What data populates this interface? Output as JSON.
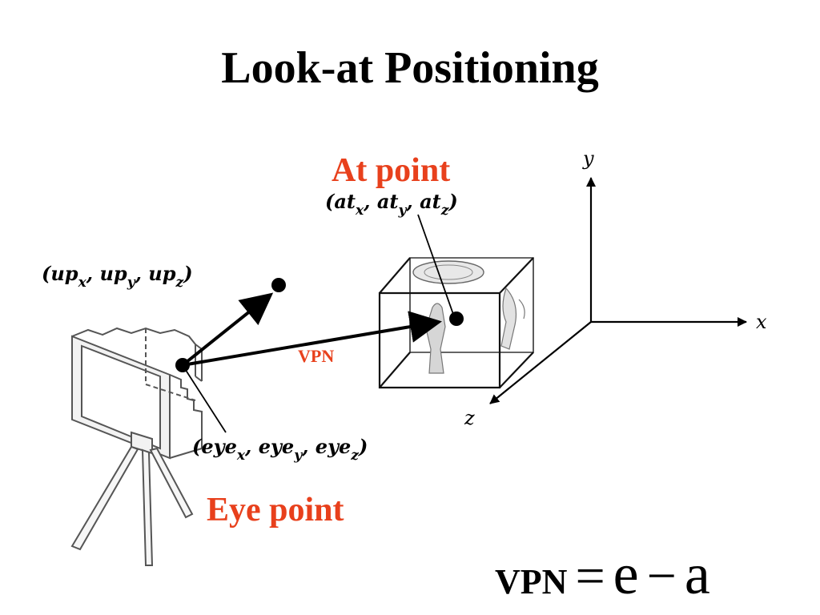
{
  "title": "Look-at Positioning",
  "colors": {
    "accent_red": "#e8401c",
    "ink": "#000000",
    "sketch": "#555555",
    "background": "#ffffff"
  },
  "labels": {
    "at_point": "At point",
    "eye_point": "Eye point",
    "vpn": "VPN"
  },
  "coordinates": {
    "at": {
      "open": "(",
      "x": "at",
      "x_sub": "x",
      "sep1": ", ",
      "y": "at",
      "y_sub": "y",
      "sep2": ", ",
      "z": "at",
      "z_sub": "z",
      "close": ")"
    },
    "up": {
      "open": "(",
      "x": "up",
      "x_sub": "x",
      "sep1": ", ",
      "y": "up",
      "y_sub": "y",
      "sep2": ", ",
      "z": "up",
      "z_sub": "z",
      "close": ")"
    },
    "eye": {
      "open": "(",
      "x": "eye",
      "x_sub": "x",
      "sep1": ", ",
      "y": "eye",
      "y_sub": "y",
      "sep2": ", ",
      "z": "eye",
      "z_sub": "z",
      "close": ")"
    }
  },
  "axes": {
    "x": "x",
    "y": "y",
    "z": "z"
  },
  "formula": {
    "lhs": "VPN",
    "eq": "=",
    "e": "e",
    "minus": "−",
    "a": "a"
  },
  "icons": [
    "camera-on-tripod-icon",
    "textured-cube-icon",
    "coordinate-axes-icon"
  ]
}
